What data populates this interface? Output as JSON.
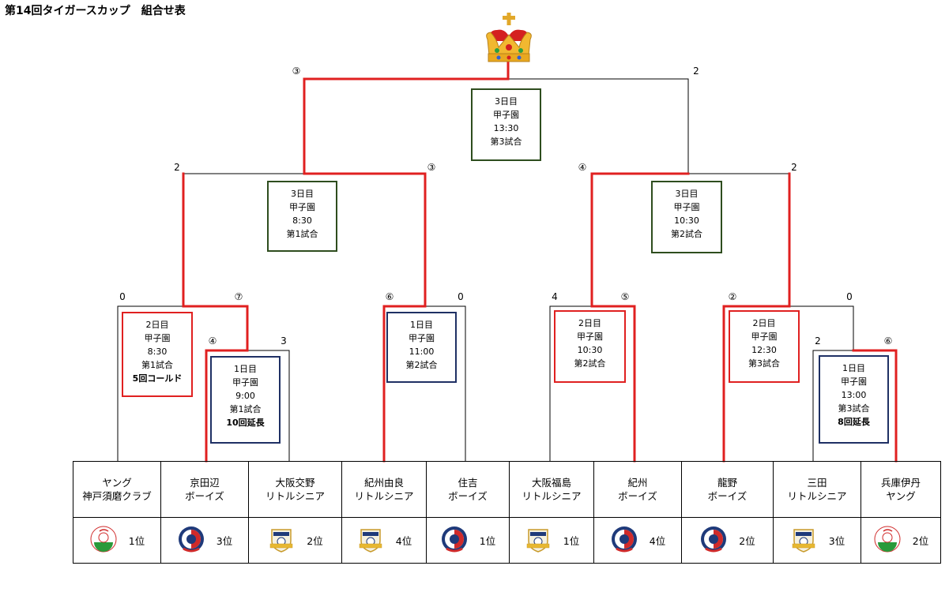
{
  "title": "第14回タイガースカップ　組合せ表",
  "crown_icon": "crown-icon",
  "colors": {
    "winner_line": "#e02020",
    "line": "#000000",
    "final_box": "#2e4d1e",
    "day2_box": "#e02020",
    "day1_box": "#1f3064"
  },
  "scores": {
    "final_left": "③",
    "final_right": "2",
    "sf_left_left": "2",
    "sf_left_right": "③",
    "sf_right_left": "④",
    "sf_right_right": "2",
    "qf1_left": "0",
    "qf1_right": "⑦",
    "r1a_left": "④",
    "r1a_right": "3",
    "qf2_left": "⑥",
    "qf2_right": "0",
    "qf3_left": "4",
    "qf3_right": "⑤",
    "qf4_left": "②",
    "qf4_right": "0",
    "r1b_left": "2",
    "r1b_right": "⑥"
  },
  "matches": {
    "final": {
      "day": "3日目",
      "venue": "甲子園",
      "time": "13:30",
      "game": "第3試合"
    },
    "sf_left": {
      "day": "3日目",
      "venue": "甲子園",
      "time": "8:30",
      "game": "第1試合"
    },
    "sf_right": {
      "day": "3日目",
      "venue": "甲子園",
      "time": "10:30",
      "game": "第2試合"
    },
    "qf1": {
      "day": "2日目",
      "venue": "甲子園",
      "time": "8:30",
      "game": "第1試合",
      "note": "5回コールド"
    },
    "r1a": {
      "day": "1日目",
      "venue": "甲子園",
      "time": "9:00",
      "game": "第1試合",
      "note": "10回延長"
    },
    "qf2": {
      "day": "1日目",
      "venue": "甲子園",
      "time": "11:00",
      "game": "第2試合"
    },
    "qf3": {
      "day": "2日目",
      "venue": "甲子園",
      "time": "10:30",
      "game": "第2試合"
    },
    "qf4": {
      "day": "2日目",
      "venue": "甲子園",
      "time": "12:30",
      "game": "第3試合"
    },
    "r1b": {
      "day": "1日目",
      "venue": "甲子園",
      "time": "13:00",
      "game": "第3試合",
      "note": "8回延長"
    }
  },
  "teams": [
    {
      "line1": "ヤング",
      "line2": "神戸須磨クラブ",
      "rank": "1位",
      "logo": "young-league-logo"
    },
    {
      "line1": "京田辺",
      "line2": "ボーイズ",
      "rank": "3位",
      "logo": "boys-league-logo"
    },
    {
      "line1": "大阪交野",
      "line2": "リトルシニア",
      "rank": "2位",
      "logo": "senior-league-logo"
    },
    {
      "line1": "紀州由良",
      "line2": "リトルシニア",
      "rank": "4位",
      "logo": "senior-league-logo"
    },
    {
      "line1": "住吉",
      "line2": "ボーイズ",
      "rank": "1位",
      "logo": "boys-league-logo"
    },
    {
      "line1": "大阪福島",
      "line2": "リトルシニア",
      "rank": "1位",
      "logo": "senior-league-logo"
    },
    {
      "line1": "紀州",
      "line2": "ボーイズ",
      "rank": "4位",
      "logo": "boys-league-logo"
    },
    {
      "line1": "龍野",
      "line2": "ボーイズ",
      "rank": "2位",
      "logo": "boys-league-logo"
    },
    {
      "line1": "三田",
      "line2": "リトルシニア",
      "rank": "3位",
      "logo": "senior-league-logo"
    },
    {
      "line1": "兵庫伊丹",
      "line2": "ヤング",
      "rank": "2位",
      "logo": "young-league-logo"
    }
  ]
}
